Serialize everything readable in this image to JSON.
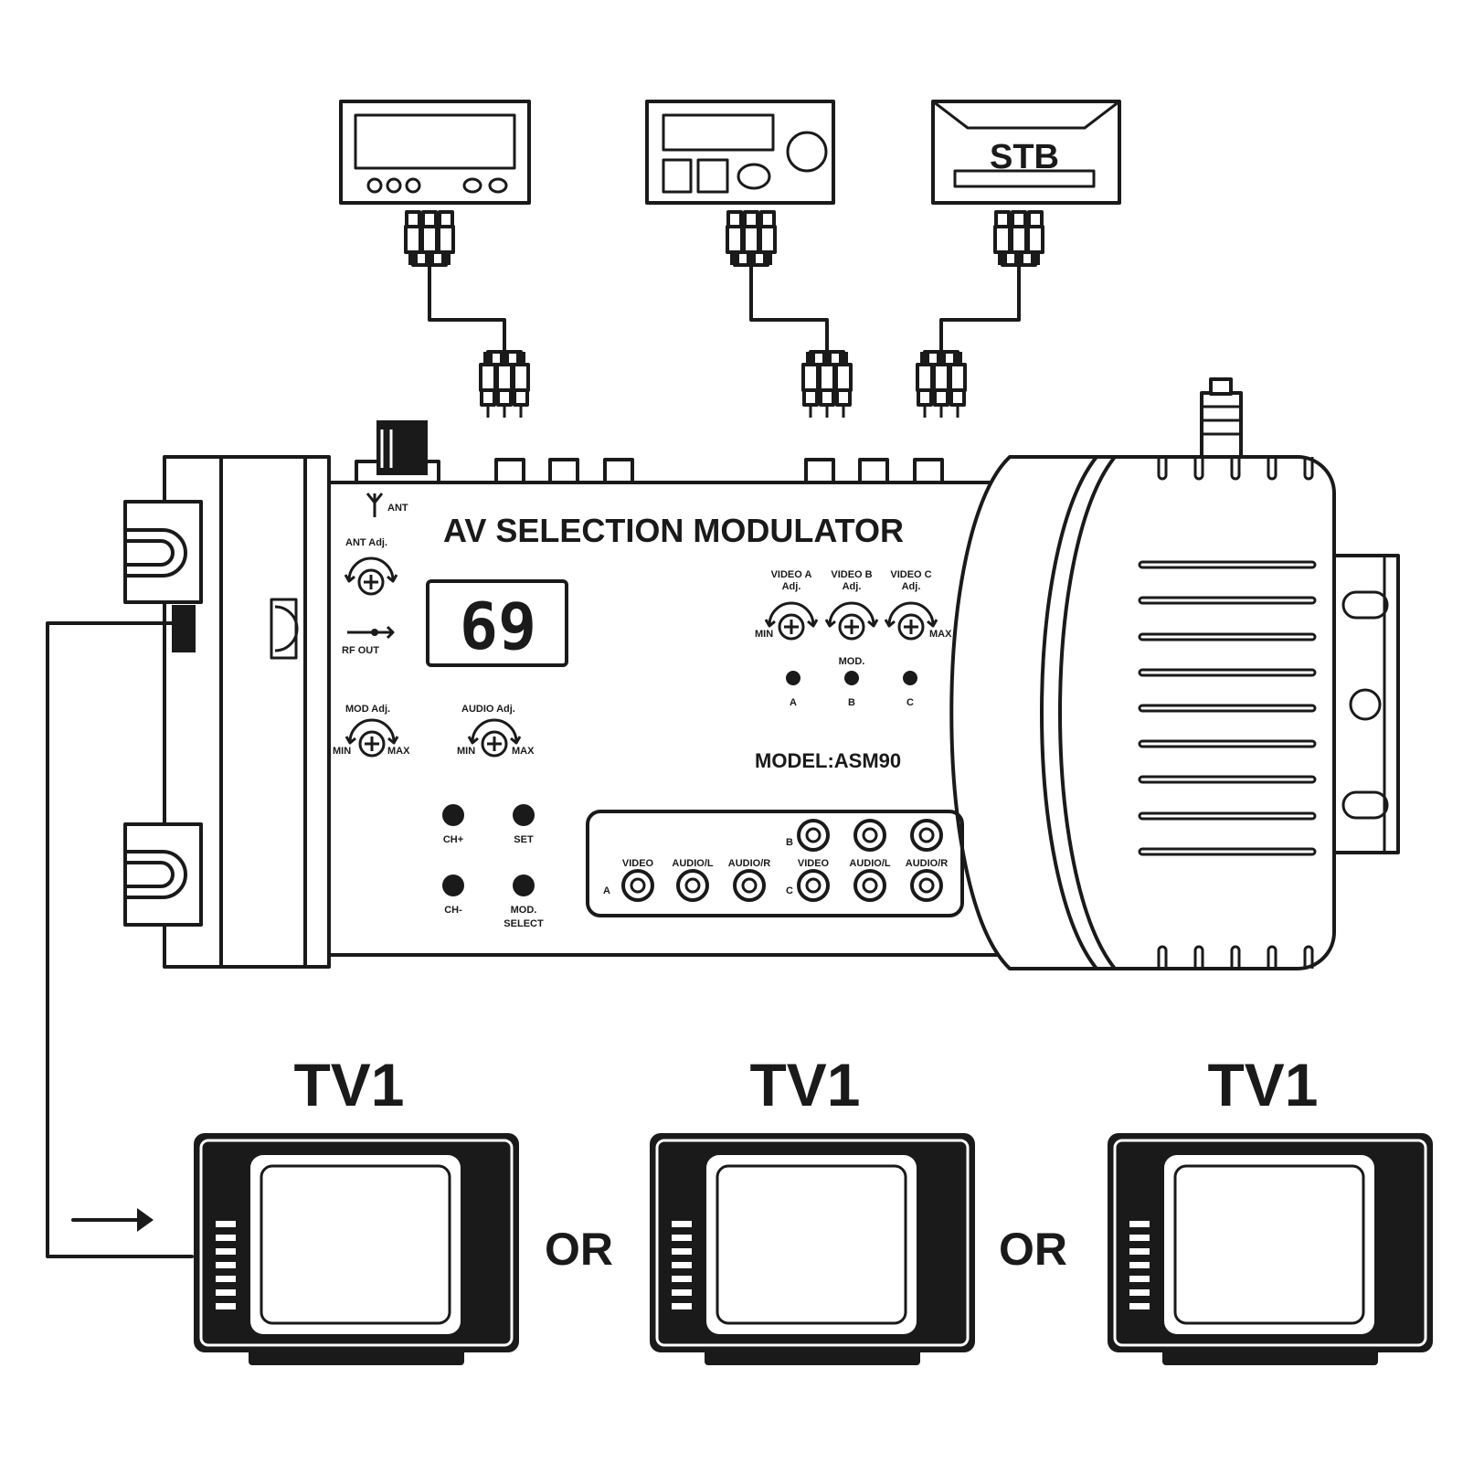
{
  "sources": [
    {
      "kind": "receiver"
    },
    {
      "kind": "radio"
    },
    {
      "kind": "set-top-box",
      "label": "STB"
    }
  ],
  "modulator": {
    "title": "AV SELECTION MODULATOR",
    "model": "MODEL:ASM90",
    "display_value": "69",
    "ant_label": "ANT",
    "ant_adj_label": "ANT Adj.",
    "rf_out_label": "RF OUT",
    "mod_adj_label": "MOD Adj.",
    "audio_adj_label": "AUDIO Adj.",
    "min_label": "MIN",
    "max_label": "MAX",
    "video_adj": [
      "VIDEO A",
      "VIDEO B",
      "VIDEO C"
    ],
    "adj_suffix": "Adj.",
    "mod_indicator_label": "MOD.",
    "indicators": [
      "A",
      "B",
      "C"
    ],
    "buttons": {
      "ch_up": "CH+",
      "set": "SET",
      "ch_down": "CH-",
      "mod_select_line1": "MOD.",
      "mod_select_line2": "SELECT"
    },
    "input_panel": {
      "row_labels": [
        "A",
        "B",
        "C"
      ],
      "jack_labels": [
        "VIDEO",
        "AUDIO/L",
        "AUDIO/R"
      ]
    }
  },
  "tvs": [
    {
      "label": "TV1"
    },
    {
      "label": "TV1"
    },
    {
      "label": "TV1"
    }
  ],
  "separator_label": "OR"
}
